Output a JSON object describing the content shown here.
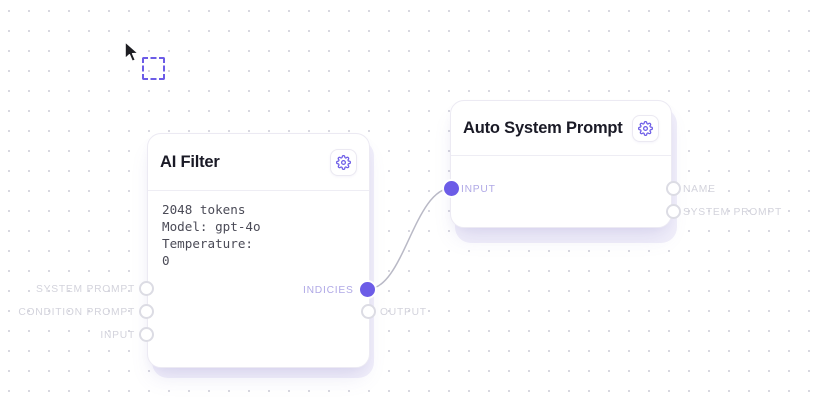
{
  "canvas": {
    "background": "#ffffff",
    "dot_color": "#d6d6de",
    "grid_spacing": 20,
    "accent_color": "#6c5ce7",
    "label_color": "#d3d3dc",
    "label_active_color": "#b0a9e6",
    "edge_color": "#b9b9c6"
  },
  "nodes": [
    {
      "id": "ai-filter",
      "title": "AI Filter",
      "gear_icon": "gear-icon",
      "body_lines": "2048 tokens\nModel: gpt-4o\nTemperature:\n0",
      "inputs": [
        {
          "label": "SYSTEM PROMPT",
          "connected": false
        },
        {
          "label": "CONDITION PROMPT",
          "connected": false
        },
        {
          "label": "INPUT",
          "connected": false
        }
      ],
      "outputs": [
        {
          "label": "INDICIES",
          "connected": true
        },
        {
          "label": "OUTPUT",
          "connected": false
        }
      ]
    },
    {
      "id": "auto-system-prompt",
      "title": "Auto System Prompt",
      "gear_icon": "gear-icon",
      "body_lines": "",
      "inputs": [
        {
          "label": "INPUT",
          "connected": true
        }
      ],
      "outputs": [
        {
          "label": "NAME",
          "connected": false
        },
        {
          "label": "SYSTEM PROMPT",
          "connected": false
        }
      ]
    }
  ],
  "connections": [
    {
      "from": "ai-filter.INDICIES",
      "to": "auto-system-prompt.INPUT"
    }
  ],
  "selection_marquee": {
    "visible": true,
    "color": "#6c5ce7"
  },
  "cursor": {
    "type": "arrow-pointer"
  }
}
